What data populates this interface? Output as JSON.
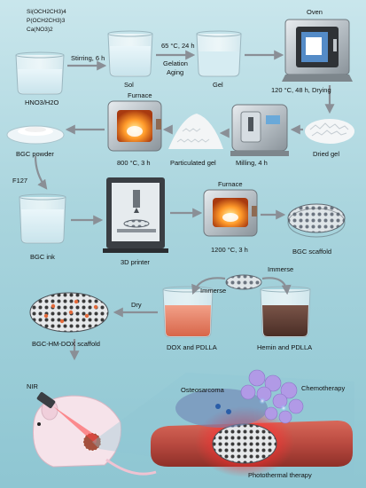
{
  "reagents": [
    "Si(OCH2CH3)4",
    "P(OCH2CH3)3",
    "Ca(NO3)2"
  ],
  "solvent": "HNO3/H2O",
  "sol": "Sol",
  "gel": "Gel",
  "oven": "Oven",
  "stirring": "Stirring, 6 h",
  "aging_temp": "65 °C, 24 h",
  "gelation": "Gelation",
  "aging": "Aging",
  "drying": "120 °C, 48 h, Drying",
  "dried_gel": "Dried gel",
  "milling": "Milling, 4 h",
  "particulated_gel": "Particulated gel",
  "furnace1": "Furnace",
  "sinter1": "800 °C, 3 h",
  "bgc_powder": "BGC powder",
  "f127": "F127",
  "bgc_ink": "BGC ink",
  "printer": "3D printer",
  "furnace2": "Furnace",
  "sinter2": "1200 °C, 3 h",
  "bgc_scaffold": "BGC scaffold",
  "immerse_left": "Immerse",
  "immerse_right": "Immerse",
  "dry": "Dry",
  "dox_pdlla": "DOX and PDLLA",
  "hemin_pdlla": "Hemin and PDLLA",
  "final_scaffold": "BGC-HM-DOX scaffold",
  "nir": "NIR",
  "osteosarcoma": "Osteosarcoma",
  "chemotherapy": "Chemotherapy",
  "photothermal": "Photothermal therapy",
  "colors": {
    "arrow": "#8a8f96",
    "dox_liquid": "#e6866a",
    "hemin_liquid": "#5a3a30",
    "tumor": "#9b7fd6",
    "laser": "#ff2a2a"
  }
}
